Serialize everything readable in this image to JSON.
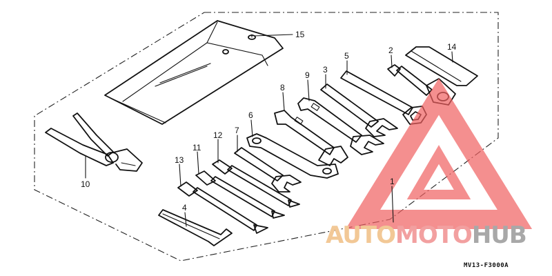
{
  "figure_code": "MV13-F3000A",
  "callouts": {
    "c1": "1",
    "c2": "2",
    "c3": "3",
    "c4": "4",
    "c5": "5",
    "c6": "6",
    "c7": "7",
    "c8": "8",
    "c9": "9",
    "c10": "10",
    "c11": "11",
    "c12": "12",
    "c13": "13",
    "c14": "14",
    "c15": "15"
  },
  "watermark": {
    "part1": "AUTO",
    "part2": "MOTO",
    "part3": "HUB",
    "colors": {
      "auto": "#f2c896",
      "moto": "#f2a0a0",
      "hub": "#a8a8a8",
      "triangle": "#f06060"
    }
  }
}
